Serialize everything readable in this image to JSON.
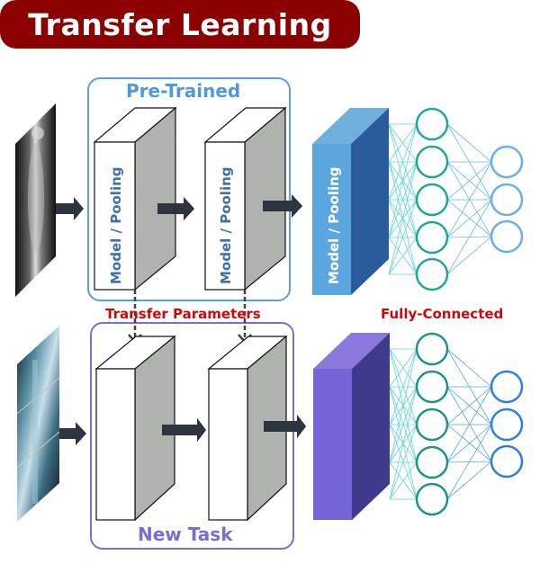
{
  "title": "Transfer Learning",
  "pretrained": {
    "label": "Pre-Trained",
    "blocks": [
      {
        "label": "Model / Pooling"
      },
      {
        "label": "Model / Pooling"
      }
    ],
    "dense_block_label": "Model / Pooling",
    "input_image": "full-body-mri-scan"
  },
  "new_task": {
    "label": "New Task",
    "blocks": [
      {
        "label": ""
      },
      {
        "label": ""
      }
    ],
    "dense_block_label": "",
    "input_image": "bone-xray-collage"
  },
  "annotations": {
    "transfer": "Transfer Parameters",
    "fully_connected": "Fully-Connected"
  },
  "network": {
    "hidden_nodes": 5,
    "output_nodes": 3
  },
  "colors": {
    "title_bg": "#8b0000",
    "pretrained_accent": "#5aa0dc",
    "newtask_accent": "#7d6bd8",
    "annotation_red": "#cc0a0a",
    "hidden_node": "#1fa89a",
    "output_node_top": "#6aaef0",
    "output_node_bottom": "#2f7fe0",
    "arrow": "#2f3540",
    "block_side": "#aeb4ad"
  }
}
